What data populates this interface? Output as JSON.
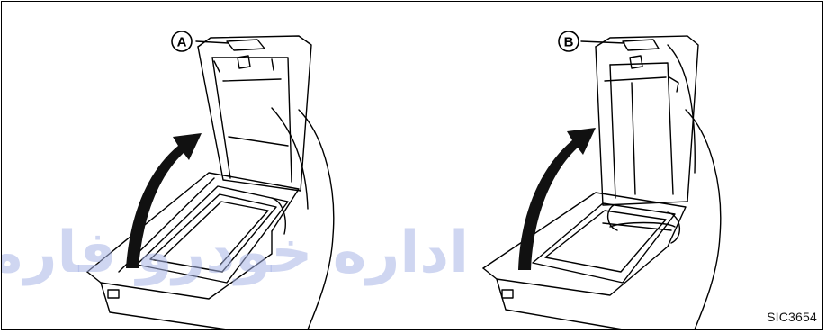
{
  "figure_code": "SIC3654",
  "callouts": {
    "left": "A",
    "right": "B"
  },
  "watermark": "اداره خودرو فارما",
  "colors": {
    "line": "#000000",
    "arrow": "#111111",
    "watermark": "#a8b4e6"
  }
}
